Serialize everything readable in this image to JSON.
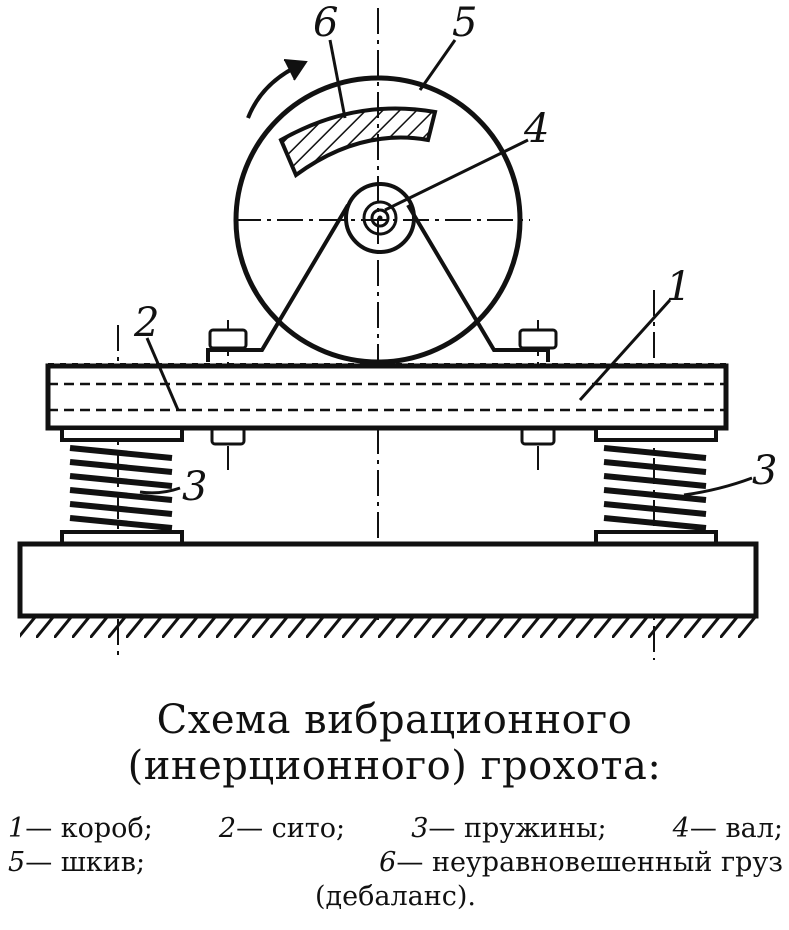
{
  "labels": {
    "l1": "1",
    "l2": "2",
    "l3a": "3",
    "l3b": "3",
    "l4": "4",
    "l5": "5",
    "l6": "6"
  },
  "title": {
    "line1": "Схема вибрационного",
    "line2": "(инерционного) грохота:"
  },
  "legend": {
    "item1_num": "1",
    "item1_text": "— короб;",
    "item2_num": "2",
    "item2_text": "— сито;",
    "item3_num": "3",
    "item3_text": "— пружины;",
    "item4_num": "4",
    "item4_text": "— вал;",
    "item5_num": "5",
    "item5_text": "— шкив;",
    "item6_num": "6",
    "item6_text": "— неуравновешенный груз",
    "item6_cont": "(дебаланс)."
  },
  "colors": {
    "ink": "#111111",
    "paper": "#ffffff"
  }
}
